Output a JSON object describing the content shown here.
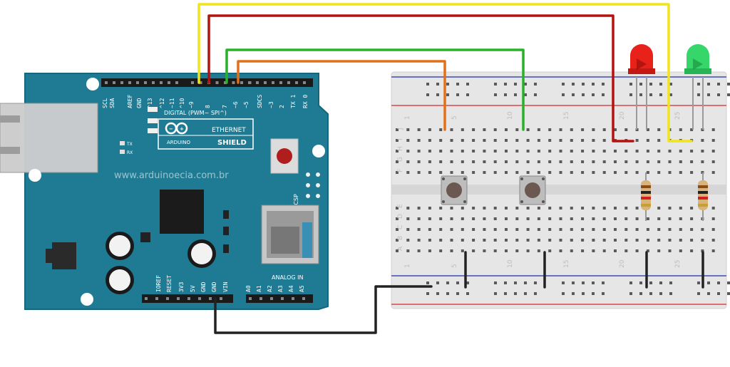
{
  "board": {
    "brand": "ARDUINO",
    "title_line1": "ETHERNET",
    "title_line2": "SHIELD",
    "digital_header": "DIGITAL (PWM~ SPI^)",
    "analog_header": "ANALOG IN",
    "icsp": "ICSP",
    "watermark": "www.arduinoecia.com.br",
    "tx": "TX",
    "rx": "RX",
    "top_pins": [
      "SCL",
      "SDA",
      "AREF",
      "GND",
      "^13",
      "^12",
      "~11",
      "^10",
      "~9",
      "8",
      "7",
      "~6",
      "~5",
      "SDCS",
      "~3",
      "2",
      "TX 1",
      "RX 0"
    ],
    "power_pins": [
      "IOREF",
      "RESET",
      "3V3",
      "5V",
      "GND",
      "GND",
      "VIN"
    ],
    "analog_pins": [
      "A0",
      "A1",
      "A2",
      "A3",
      "A4",
      "A5"
    ]
  },
  "breadboard": {
    "row_letters_top": [
      "J",
      "I",
      "H",
      "G",
      "F"
    ],
    "row_letters_bottom": [
      "E",
      "D",
      "C",
      "B",
      "A"
    ],
    "column_numbers": [
      "1",
      "5",
      "10",
      "15",
      "20",
      "25"
    ]
  },
  "colors": {
    "board": "#1f7b94",
    "wire_yellow": "#f2e41a",
    "wire_red": "#b3120f",
    "wire_green": "#29b229",
    "wire_orange": "#e0701a",
    "wire_black": "#222222",
    "led_red": "#e8211b",
    "led_green": "#36d66a"
  }
}
